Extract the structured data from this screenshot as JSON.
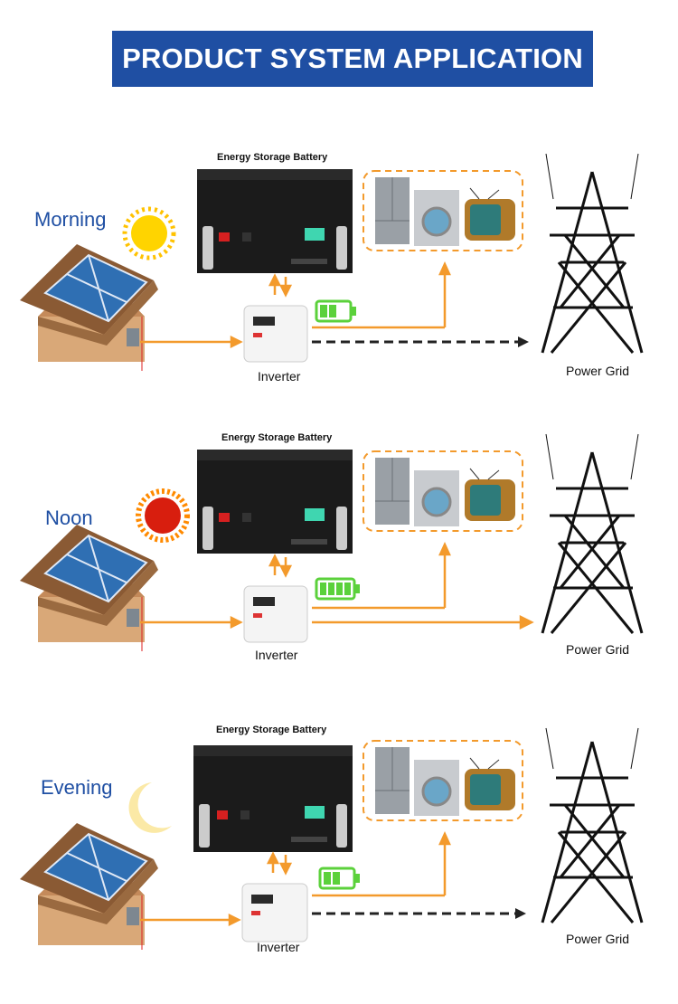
{
  "header": {
    "title": "PRODUCT SYSTEM APPLICATION"
  },
  "labels": {
    "battery": "Energy Storage Battery",
    "inverter": "Inverter",
    "grid": "Power Grid"
  },
  "colors": {
    "banner": "#1f4fa3",
    "arrow": "#f39a2c",
    "battery_charge": "#5bd13b",
    "period_text": "#1f4fa3"
  },
  "scenarios": [
    {
      "period": "Morning",
      "sky_icon": "sun-icon",
      "battery_level": 0.5,
      "grid_flow": "dashed"
    },
    {
      "period": "Noon",
      "sky_icon": "hot-sun-icon",
      "battery_level": 1.0,
      "grid_flow": "solid"
    },
    {
      "period": "Evening",
      "sky_icon": "moon-icon",
      "battery_level": 0.5,
      "grid_flow": "dashed"
    }
  ]
}
